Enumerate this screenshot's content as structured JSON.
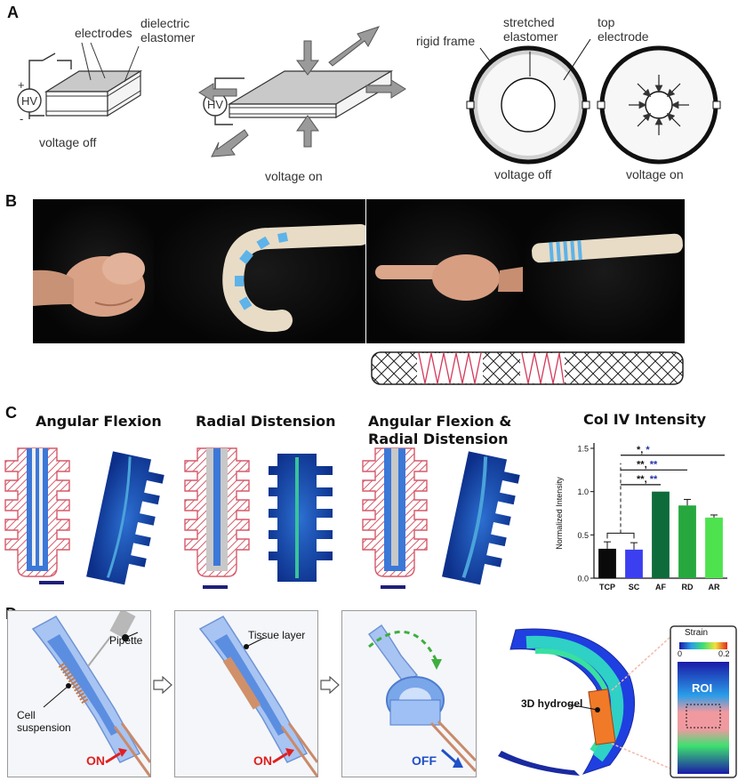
{
  "panels": {
    "a": "A",
    "b": "B",
    "c": "C",
    "d": "D"
  },
  "panel_a": {
    "electrodes": "electrodes",
    "dielectric": "dielectric",
    "elastomer": "elastomer",
    "hv": "HV",
    "plus": "+",
    "minus": "-",
    "voltage_off_left": "voltage off",
    "voltage_on_middle": "voltage on",
    "rigid_frame": "rigid frame",
    "stretched": "stretched",
    "stretched_elastomer": "elastomer",
    "top": "top",
    "electrode": "electrode",
    "voltage_off_right": "voltage off",
    "voltage_on_right": "voltage on"
  },
  "panel_c": {
    "title_af": "Angular Flexion",
    "title_rd": "Radial Distension",
    "title_ar_line1": "Angular Flexion &",
    "title_ar_line2": "Radial Distension"
  },
  "chart_data": {
    "type": "bar",
    "title": "Col IV Intensity",
    "ylabel": "Normalized Intensity",
    "xlabel": "",
    "categories": [
      "TCP",
      "SC",
      "AF",
      "RD",
      "AR"
    ],
    "values": [
      0.34,
      0.33,
      1.0,
      0.84,
      0.7
    ],
    "errors": [
      0.08,
      0.08,
      0.0,
      0.07,
      0.03
    ],
    "colors": [
      "#0a0a0a",
      "#3b3ff0",
      "#0e6b3a",
      "#27a83f",
      "#4fe24f"
    ],
    "ylim": [
      0,
      1.5
    ],
    "yticks": [
      0.0,
      0.5,
      1.0,
      1.5
    ],
    "significance": [
      {
        "target": "AF",
        "black": "**",
        "sep": ",",
        "blue": "**"
      },
      {
        "target": "RD",
        "black": "**",
        "sep": ",",
        "blue": "**"
      },
      {
        "target": "AR",
        "black": "*",
        "sep": ",",
        "blue": "*"
      }
    ]
  },
  "panel_d": {
    "pipette": "Pipette",
    "cell_line1": "Cell",
    "cell_line2": "suspension",
    "tissue_layer": "Tissue layer",
    "on1": "ON",
    "on2": "ON",
    "off": "OFF",
    "hydrogel": "3D hydrogel",
    "strain": "Strain",
    "strain_min": "0",
    "strain_max": "0.2",
    "roi": "ROI"
  },
  "colors": {
    "blue_channel": "#3c78d8",
    "red_hatch": "#d65a6a",
    "on_red": "#e02020",
    "off_blue": "#2050c8"
  }
}
